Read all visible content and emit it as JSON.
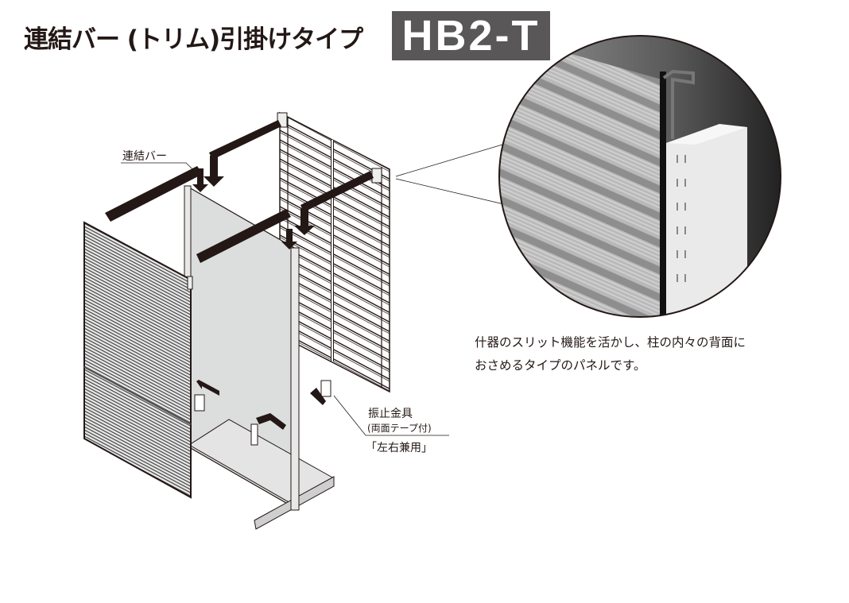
{
  "header": {
    "title": "連結バー (トリム)引掛けタイプ",
    "model_badge": "HB2-T"
  },
  "callouts": {
    "connecting_bar": "連結バー",
    "anti_sway_bracket": "振止金具",
    "bracket_note": "(両面テープ付)",
    "bracket_usage": "「左右兼用」"
  },
  "description": {
    "line1": "什器のスリット機能を活かし、柱の内々の背面に",
    "line2": "おさめるタイプのパネルです。"
  },
  "colors": {
    "badge_bg": "#595757",
    "ink": "#231815",
    "panel_gray": "#dcdddd"
  }
}
